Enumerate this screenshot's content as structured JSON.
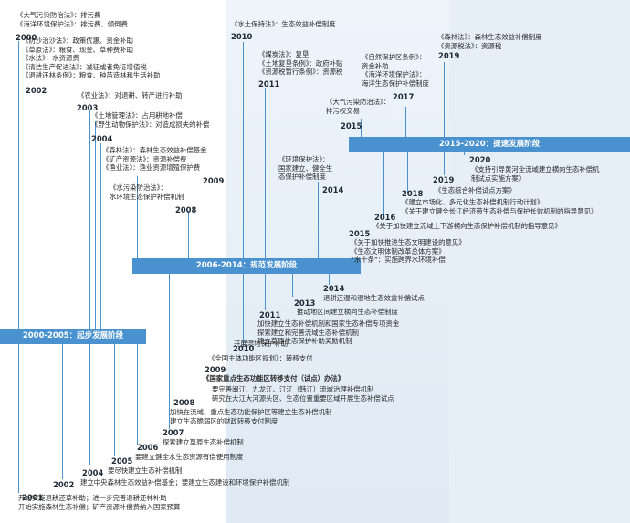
{
  "phases": {
    "p1": "2000-2005：起步发展阶段",
    "p2": "2006-2014：规范发展阶段",
    "p3": "2015-2020：提速发展阶段"
  },
  "top": {
    "y2000": "2000",
    "t2000": [
      "《大气污染防治法》：排污费",
      "《海洋环境保护法》：排污费、倾倒费"
    ],
    "y2002": "2002",
    "t2002": [
      "《防沙治沙法》：政策优惠、资金补助",
      "《草原法》：粮食、现金、草种费补助",
      "《水法》：水资源费",
      "《清洁生产促进法》：减征或者免征增值税",
      "《退耕还林条例》：粮食、种苗造林和生活补助"
    ],
    "y2003": "2003",
    "t2003": [
      "《农业法》：对退耕、转产进行补助"
    ],
    "y2004": "2004",
    "t2004": [
      "《土地管理法》：占用耕地补偿",
      "《野生动物保护法》：对造成损失的补偿"
    ],
    "y2009": "2009",
    "t2009a": [
      "《森林法》：森林生态效益补偿基金",
      "《矿产资源法》：资源补偿费",
      "《渔业法》：渔业资源增殖保护费"
    ],
    "t2009b": [
      "《水污染防治法》：",
      "水环境生态保护补偿机制"
    ],
    "y2008": "2008",
    "y2010": "2010",
    "t2010": [
      "《水土保持法》：生态效益补偿制度"
    ],
    "y2011": "2011",
    "t2011": [
      "《煤炭法》：复垦",
      "《土地复垦条例》：政府补贴",
      "《资源税暂行条例》：资源税"
    ],
    "y2014": "2014",
    "t2014": [
      "《环境保护法》：",
      "国家建立、健全生",
      "态保护补偿制度"
    ],
    "y2015": "2015",
    "t2015": [
      "《大气污染防治法》：",
      "排污权交易"
    ],
    "y2017": "2017",
    "t2017": [
      "《自然保护区条例》：",
      "资金补助",
      "《海洋环境保护法》：",
      "海洋生态保护补偿制度"
    ],
    "y2019": "2019",
    "t2019": [
      "《森林法》：森林生态效益补偿制度",
      "《资源税法》：资源税"
    ]
  },
  "bottom": {
    "y2001": "2001",
    "t2001": [
      "开始实施退耕还草补助；进一步完善退耕还林补助",
      "开始实施森林生态补偿；矿产资源补偿费纳入国家预算"
    ],
    "y2002": "2002",
    "y2004": "2004",
    "t2004": [
      "建立中央森林生态效益补偿基金；要建立生态建设和环境保护补偿机制"
    ],
    "y2005": "2005",
    "t2005": [
      "要尽快建立生态补偿机制"
    ],
    "y2006": "2006",
    "t2006": [
      "要建立健全水生态资源有偿使用制度"
    ],
    "y2007": "2007",
    "t2007": [
      "探索建立草原生态补偿机制"
    ],
    "y2008": "2008",
    "t2008": [
      "加快在流域、重点生态功能保护区等建立生态补偿机制",
      "建立生态脆弱区的财政转移支付制度"
    ],
    "y2009": "2009",
    "t2009": [
      "《全国主体功能区规划》：转移支付"
    ],
    "t2009b": [
      "《国家重点生态功能区转移支付（试点）办法》"
    ],
    "t2009c": [
      "要完善闽江、九龙江、汀江（韩江）流域治理补偿机制",
      "研究在大江大河源头区、生态位置重要区域开展生态补偿试点"
    ],
    "y2010": "2010",
    "t2010": [
      "开展湿地保护补助"
    ],
    "y2011": "2011",
    "t2011": [
      "加快建立生态补偿机制和国家生态补偿专项资金",
      "探索建立和完善流域生态补偿机制",
      "建立草原生态保护补助奖励机制"
    ],
    "y2013": "2013",
    "t2013": [
      "推动地区间建立横向生态补偿制度"
    ],
    "y2014": "2014",
    "t2014": [
      "退耕还湿和湿地生态效益补偿试点"
    ],
    "y2015": "2015",
    "t2015": [
      "《关于加快推进生态文明建设的意见》",
      "《生态文明体制改革总体方案》",
      "“水十条”：实施跨界水环境补偿"
    ],
    "y2016": "2016",
    "t2016": [
      "《关于加快建立流域上下游横向生态保护补偿机制的指导意见》"
    ],
    "y2018": "2018",
    "t2018": [
      "《建立市场化、多元化生态补偿机制行动计划》",
      "《关于建立健全长江经济带生态补偿与保护长效机制的指导意见》"
    ],
    "y2019": "2019",
    "t2019": [
      "《生态综合补偿试点方案》"
    ],
    "y2020": "2020",
    "t2020": [
      "《支持引导黄河全流域建立横向生态补偿机",
      "制试点实施方案》"
    ]
  }
}
